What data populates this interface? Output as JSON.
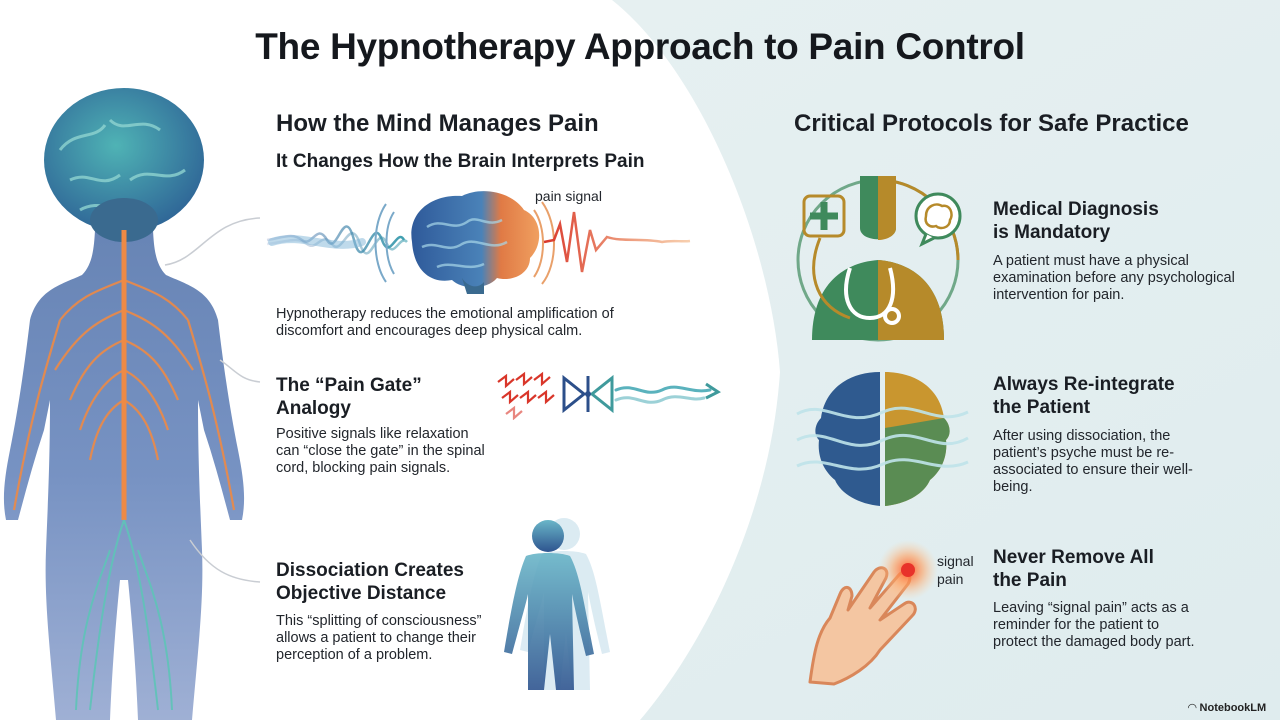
{
  "title": "The Hypnotherapy Approach to Pain Control",
  "left_section": {
    "heading": "How the Mind Manages Pain",
    "subheading": "It Changes How the Brain Interprets Pain",
    "brain_caption": "pain signal",
    "brain_text": "Hypnotherapy reduces the emotional amplification of discomfort and encourages deep physical calm.",
    "pain_gate": {
      "title_line1": "The “Pain Gate”",
      "title_line2": "Analogy",
      "text": "Positive signals like relaxation can “close the gate” in the spinal cord, blocking pain signals."
    },
    "dissociation": {
      "title_line1": "Dissociation Creates",
      "title_line2": "Objective Distance",
      "text": "This “splitting of consciousness” allows a patient to change their perception of a problem."
    }
  },
  "right_section": {
    "heading": "Critical Protocols for Safe Practice",
    "items": [
      {
        "title_line1": "Medical Diagnosis",
        "title_line2": "is Mandatory",
        "text": "A patient must have a physical examination before any psychological intervention for pain."
      },
      {
        "title_line1": "Always Re-integrate",
        "title_line2": "the Patient",
        "text": "After using dissociation, the patient’s psyche must be re-associated to ensure their well-being."
      },
      {
        "title_line1": "Never Remove All",
        "title_line2": "the Pain",
        "text": "Leaving “signal pain” acts as a reminder for the patient to protect the damaged body part.",
        "icon_label_line1": "signal",
        "icon_label_line2": "pain"
      }
    ]
  },
  "branding": "NotebookLM",
  "colors": {
    "right_panel": "#e6f0f1",
    "nerve_orange": "#ee8a45",
    "signal_red": "#d9362a",
    "teal": "#3f9a9c",
    "navy": "#2c4f8a"
  }
}
